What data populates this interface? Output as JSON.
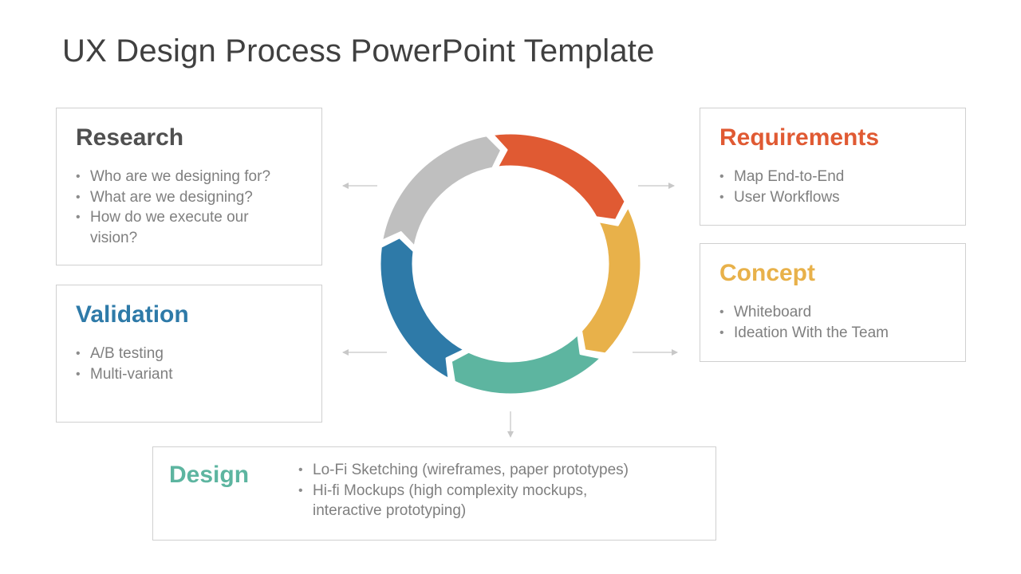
{
  "slide": {
    "title": "UX Design Process PowerPoint Template"
  },
  "boxes": {
    "research": {
      "title": "Research",
      "color": "#505050",
      "bullets": [
        "Who are we designing for?",
        "What are we designing?",
        "How do we execute our vision?"
      ]
    },
    "validation": {
      "title": "Validation",
      "color": "#2e7aa8",
      "bullets": [
        "A/B testing",
        "Multi-variant"
      ]
    },
    "requirements": {
      "title": "Requirements",
      "color": "#e05a33",
      "bullets": [
        "Map End-to-End",
        "User Workflows"
      ]
    },
    "concept": {
      "title": "Concept",
      "color": "#e8b14a",
      "bullets": [
        "Whiteboard",
        "Ideation With the Team"
      ]
    },
    "design": {
      "title": "Design",
      "color": "#5db5a0",
      "bullets": [
        "Lo-Fi Sketching (wireframes, paper prototypes)",
        "Hi-fi Mockups (high complexity mockups, interactive prototyping)"
      ]
    }
  },
  "cycle": {
    "segments": [
      {
        "stage": "requirements",
        "color": "#e05a33"
      },
      {
        "stage": "concept",
        "color": "#e8b14a"
      },
      {
        "stage": "design",
        "color": "#5db5a0"
      },
      {
        "stage": "validation",
        "color": "#2e7aa8"
      },
      {
        "stage": "research",
        "color": "#bfbfbf"
      }
    ],
    "connector_color": "#c8c8c8"
  }
}
